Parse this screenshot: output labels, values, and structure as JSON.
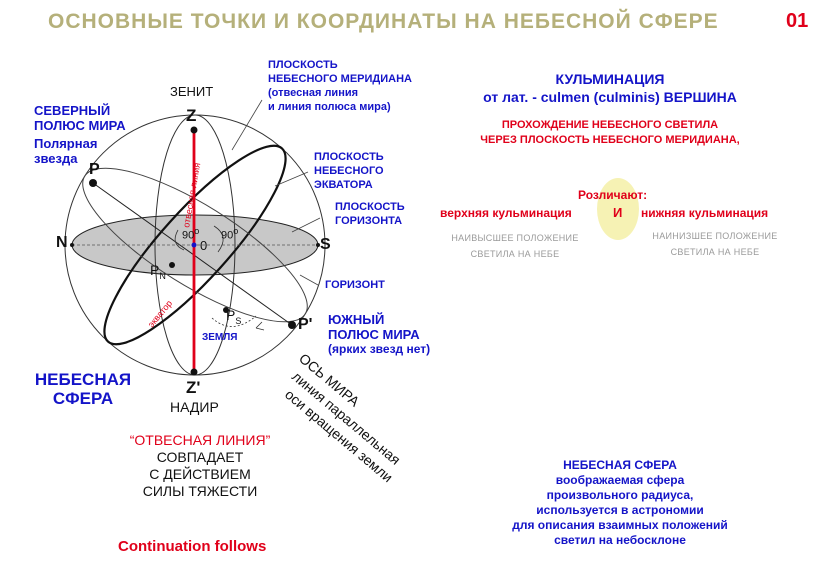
{
  "title": "ОСНОВНЫЕ ТОЧКИ И КООРДИНАТЫ НА НЕБЕСНОЙ СФЕРЕ",
  "slide_number": "01",
  "diagram": {
    "zenith_word": "ЗЕНИТ",
    "zenith": "Z",
    "nadir": "Z'",
    "nadir_word": "НАДИР",
    "north_pole": "P",
    "south_pole": "P'",
    "north": "N",
    "south": "S",
    "center": "0",
    "angle1": "90",
    "angle2": "90",
    "degree": "o",
    "pn_base": "P",
    "pn_sub": "N",
    "ps_base": "P",
    "ps_sub": "S",
    "plumb_line_label": "отвесная линия",
    "equator_label": "экватор",
    "earth_label": "ЗЕМЛЯ",
    "axis_lines": [
      "ОСЬ МИРА",
      "линия параллельная",
      "оси вращения земли"
    ]
  },
  "labels": {
    "north_pole_block": [
      "СЕВЕРНЫЙ",
      "ПОЛЮС МИРА"
    ],
    "north_pole_note": [
      "Полярная",
      "звезда"
    ],
    "meridian_plane": [
      "ПЛОСКОСТЬ",
      "НЕБЕСНОГО МЕРИДИАНА",
      "(отвесная линия",
      "и линия полюса мира)"
    ],
    "equator_plane": [
      "ПЛОСКОСТЬ",
      "НЕБЕСНОГО",
      "ЭКВАТОРА"
    ],
    "horizon_plane": [
      "ПЛОСКОСТЬ",
      "ГОРИЗОНТА"
    ],
    "horizon": "ГОРИЗОНТ",
    "south_pole_block": [
      "ЮЖНЫЙ",
      "ПОЛЮС МИРА",
      "(ярких звезд нет)"
    ],
    "celestial_sphere": [
      "НЕБЕСНАЯ",
      "СФЕРА"
    ],
    "plumb_quote": "“ОТВЕСНАЯ ЛИНИЯ”",
    "plumb_text": [
      "СОВПАДАЕТ",
      "С ДЕЙСТВИЕМ",
      "СИЛЫ ТЯЖЕСТИ"
    ],
    "continuation": "Continuation follows"
  },
  "culmination": {
    "heading": "КУЛЬМИНАЦИЯ",
    "etymology": "от лат. - culmen (culminis) ВЕРШИНА",
    "definition": [
      "ПРОХОЖДЕНИЕ НЕБЕСНОГО СВЕТИЛА",
      "ЧЕРЕЗ ПЛОСКОСТЬ НЕБЕСНОГО МЕРИДИАНА,"
    ],
    "distinguish": "Розличают:",
    "upper": "верхняя кульминация",
    "and": "И",
    "lower": "нижняя кульминация",
    "upper_note": [
      "НАИВЫСШЕЕ ПОЛОЖЕНИЕ",
      "СВЕТИЛА НА НЕБЕ"
    ],
    "lower_note": [
      "НАИНИЗШЕЕ ПОЛОЖЕНИЕ",
      "СВЕТИЛА НА НЕБЕ"
    ]
  },
  "sphere_definition": {
    "heading": "НЕБЕСНАЯ СФЕРА",
    "lines": [
      "воображаемая сфера",
      "произвольного радиуса,",
      "используется в астрономии",
      "для описания взаимных положений",
      "светил на небосклоне"
    ]
  },
  "colors": {
    "title": "#b5b07a",
    "accent_red": "#e0001a",
    "accent_blue": "#1414c8",
    "horizon_fill": "#c8c8c8",
    "highlight": "#f6f2b4"
  }
}
